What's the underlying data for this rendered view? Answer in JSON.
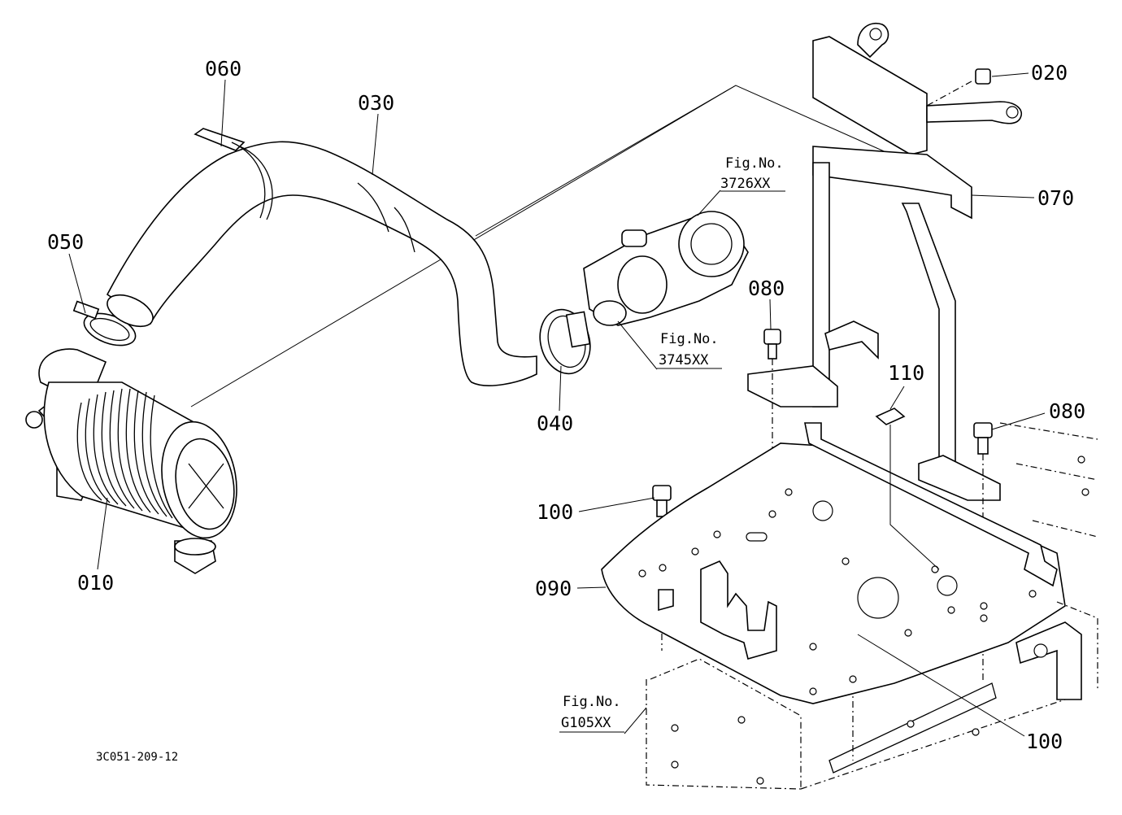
{
  "parts": {
    "p010": "010",
    "p020": "020",
    "p030": "030",
    "p040": "040",
    "p050": "050",
    "p060": "060",
    "p070": "070",
    "p080a": "080",
    "p080b": "080",
    "p090": "090",
    "p100a": "100",
    "p100b": "100",
    "p110": "110"
  },
  "figrefs": {
    "f3726": {
      "line1": "Fig.No.",
      "line2": "3726XX"
    },
    "f3745": {
      "line1": "Fig.No.",
      "line2": "3745XX"
    },
    "fG105": {
      "line1": "Fig.No.",
      "line2": "G105XX"
    }
  },
  "drawing_code": "3C051-209-12"
}
